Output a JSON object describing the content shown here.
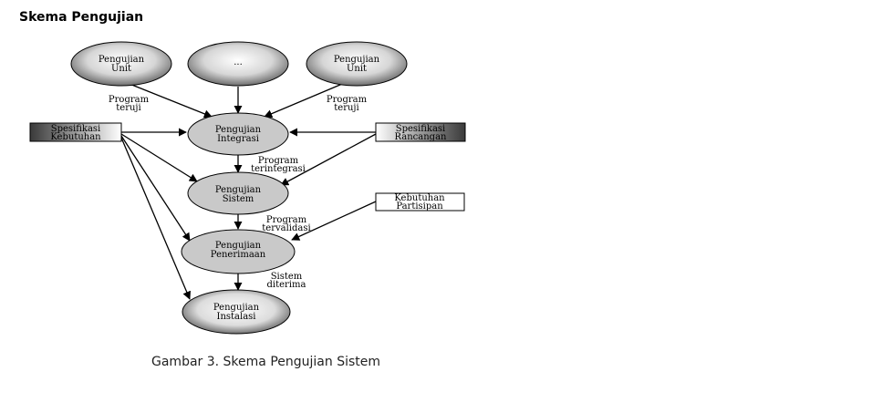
{
  "heading": "Skema Pengujian",
  "caption": "Gambar 3. Skema Pengujian Sistem",
  "nodes": {
    "unit_left": [
      "Pengujian",
      "Unit"
    ],
    "ellipsis": "...",
    "unit_right": [
      "Pengujian",
      "Unit"
    ],
    "integrasi": [
      "Pengujian",
      "Integrasi"
    ],
    "sistem": [
      "Pengujian",
      "Sistem"
    ],
    "penerimaan": [
      "Pengujian",
      "Penerimaan"
    ],
    "instalasi": [
      "Pengujian",
      "Instalasi"
    ]
  },
  "boxes": {
    "spesifikasi_kebutuhan": [
      "Spesifikasi",
      "Kebutuhan"
    ],
    "spesifikasi_rancangan": [
      "Spesifikasi",
      "Rancangan"
    ],
    "kebutuhan_partisipan": [
      "Kebutuhan",
      "Partisipan"
    ]
  },
  "edge_labels": {
    "program_teruji_left": [
      "Program",
      "teruji"
    ],
    "program_teruji_right": [
      "Program",
      "teruji"
    ],
    "program_terintegrasi": [
      "Program",
      "terintegrasi"
    ],
    "program_tervalidasi": [
      "Program",
      "tervalidasi"
    ],
    "sistem_diterima": [
      "Sistem",
      "diterima"
    ]
  }
}
